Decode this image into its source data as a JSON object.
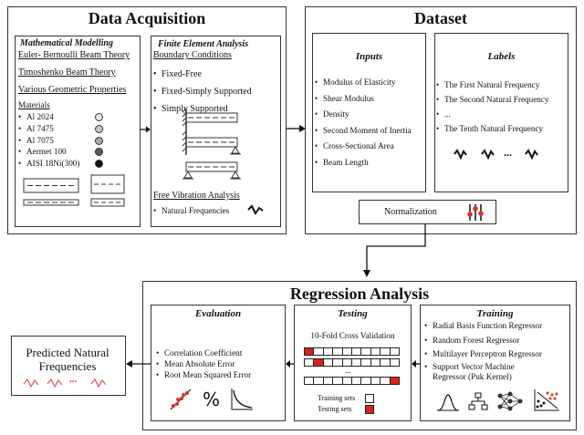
{
  "data_acquisition": {
    "title": "Data Acquisition",
    "math": {
      "heading": "Mathematical Modelling",
      "theories": [
        "Euler- Bernoulli Beam Theory",
        "Timoshenko Beam Theory",
        "Various Geometric Properties"
      ],
      "materials_heading": "Materials",
      "materials": [
        "Al 2024",
        "Al 7475",
        "Al 7075",
        "Aermet 100",
        "AISI 18Ni(300)"
      ],
      "material_colors": [
        "#e4e4e4",
        "#c8c8c8",
        "#a8a8a8",
        "#5a5a5a",
        "#111111"
      ]
    },
    "fea": {
      "heading": "Finite Element Analysis",
      "bc_heading": "Boundary Conditions",
      "bcs": [
        "Fixed-Free",
        "Fixed-Simply Supported",
        "Simply Supported"
      ],
      "fva_heading": "Free Vibration Analysis",
      "fva_item": "Natural Frequencies"
    }
  },
  "dataset": {
    "title": "Dataset",
    "inputs_heading": "Inputs",
    "inputs": [
      "Modulus of Elasticity",
      "Shear Modulus",
      "Density",
      "Second Moment of Inertia",
      "Cross-Sectional Area",
      "Beam Length"
    ],
    "labels_heading": "Labels",
    "labels": [
      "The First Natural Frequency",
      "The Second Natural Frequency",
      "...",
      "The Tenth Natural Frequency"
    ],
    "labels_dots": "...",
    "normalization": "Normalization"
  },
  "regression": {
    "title": "Regression Analysis",
    "evaluation": {
      "heading": "Evaluation",
      "items": [
        "Correlation Coefficient",
        "Mean Absolute Error",
        "Root Mean Squared Error"
      ],
      "percent": "%"
    },
    "testing": {
      "heading": "Testing",
      "subtitle": "10-Fold Cross Validation",
      "dots": "...",
      "legend": [
        "Training sets",
        "Testing sets"
      ]
    },
    "training": {
      "heading": "Training",
      "items": [
        "Radial Basis Function Regressor",
        "Random Forest Regressor",
        "Multilayer Perceptron Regressor",
        "Support Vector Machine Regressor (Puk Kernel)"
      ]
    }
  },
  "output": {
    "title": "Predicted Natural Frequencies",
    "dots": "..."
  }
}
